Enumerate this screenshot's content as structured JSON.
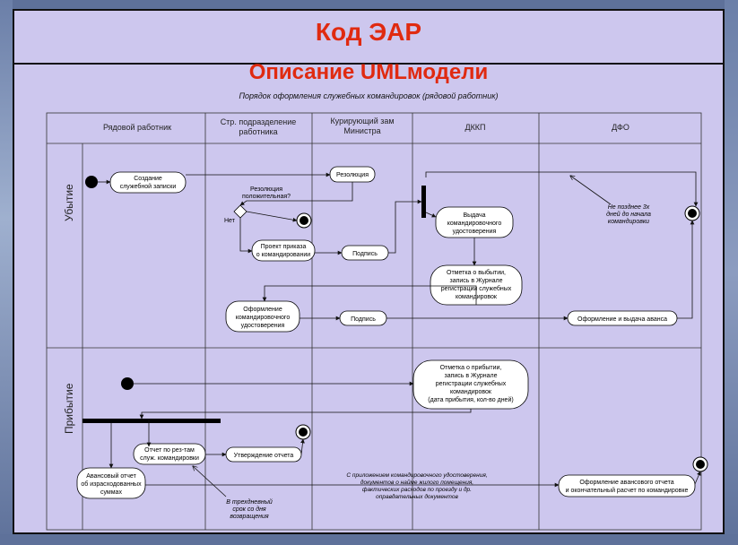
{
  "slide": {
    "title": "Код ЭАР",
    "subtitle": "Описание UMLмодели",
    "diagram_title": "Порядок оформления служебных командировок (рядовой работник)"
  },
  "lanes": [
    "Рядовой работник",
    "Стр. подразделение работника",
    "Курирующий зам Министра",
    "ДККП",
    "ДФО"
  ],
  "phases": [
    "Убытие",
    "Прибытие"
  ],
  "activities": {
    "create_memo": "Создание служебной записки",
    "resolution": "Резолюция",
    "draft_order": "Проект приказа о командировании",
    "sign1": "Подпись",
    "issue_certificate": "Выдача командировочного удостоверения",
    "departure_mark": "Отметка о выбытии, запись в Журнале регистрации служебных командировок",
    "prepare_certificate": "Оформление командировочного удостоверения",
    "sign2": "Подпись",
    "advance": "Оформление и выдача аванса",
    "arrival_mark": "Отметка о прибытии, запись в Журнале регистрации служебных командировок (дата прибытия, кол-во дней)",
    "report": "Отчет по рез-там служ. командировки",
    "approve_report": "Утверждение отчета",
    "expense_report": "Авансовый отчет об израсходованных суммах",
    "final_settlement": "Оформление авансового отчета и окончательный расчет по командировке"
  },
  "guards": {
    "positive": "Резолюция положительная?",
    "no": "Нет"
  },
  "notes": {
    "deadline": "Не позднее 3х дней до начала командировки",
    "three_days": "В трехдневный срок со дня возвращения",
    "documents": "С приложением командировочного удостоверения, документов о найме жилого помещения, фактических расходов по проезду и др. оправдательных документов"
  }
}
